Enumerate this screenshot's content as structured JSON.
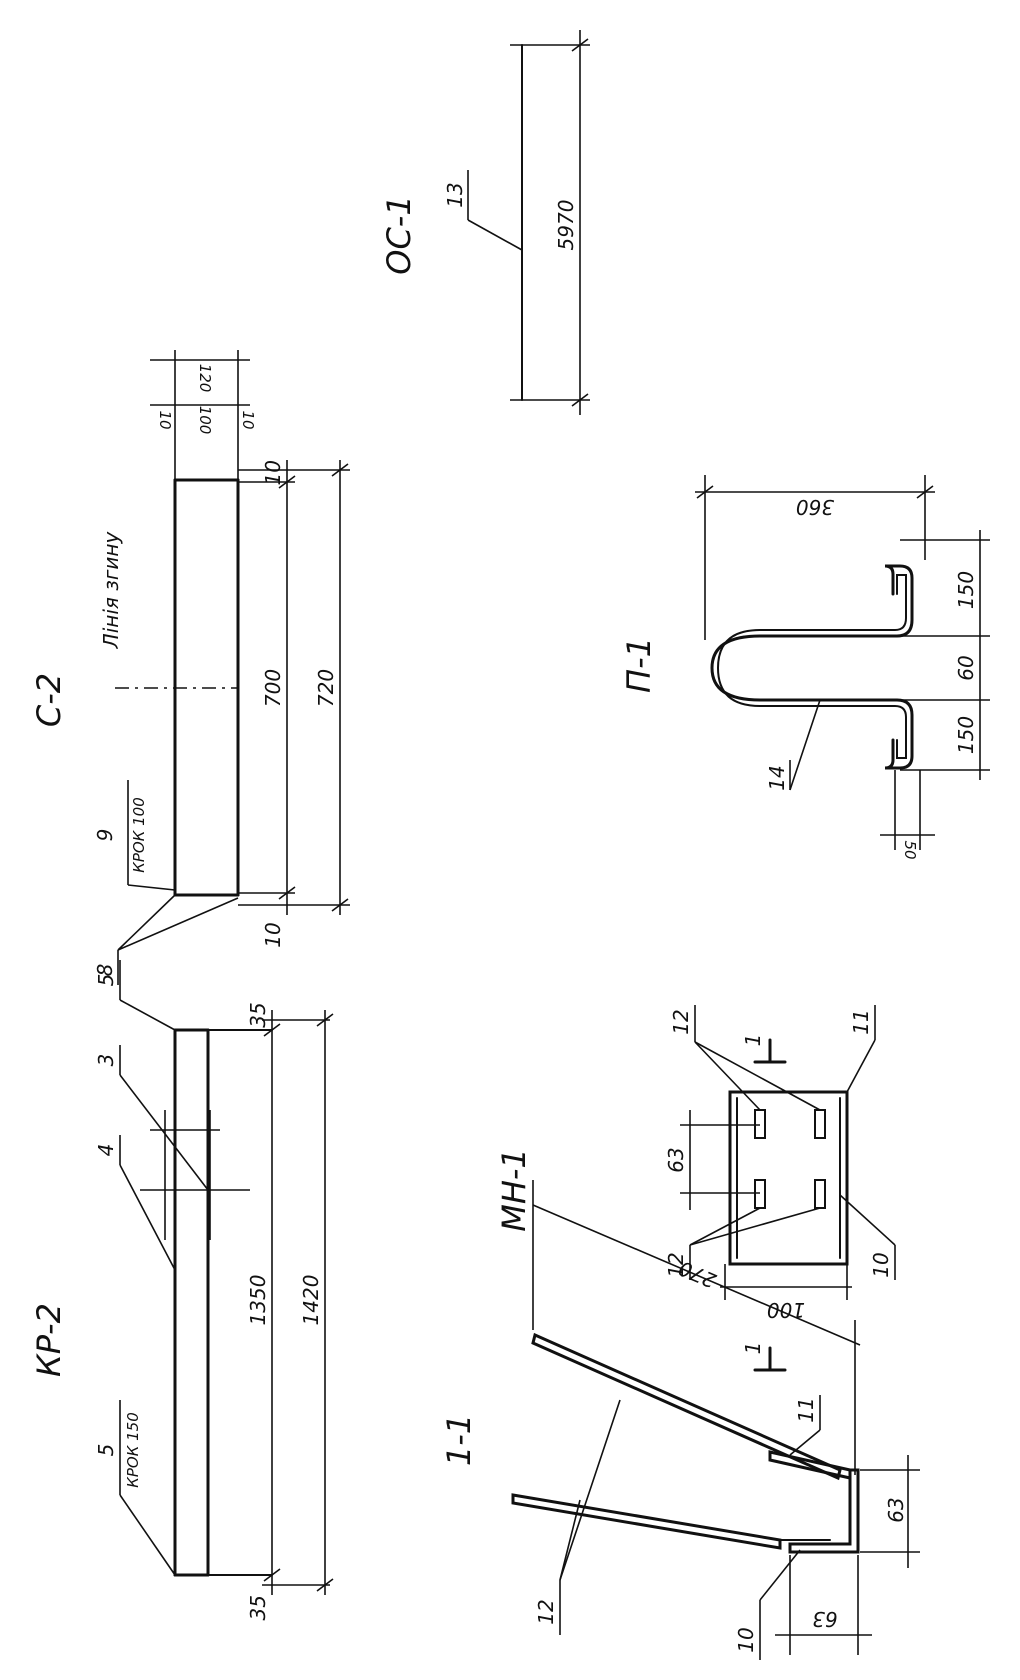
{
  "drawing": {
    "pieces": {
      "kr2": {
        "title": "КР-2",
        "labels": {
          "pos5_top": "5",
          "step": "КРОК 150",
          "pos4": "4",
          "pos3": "3",
          "pos5": "5"
        },
        "dims": {
          "d35_left": "35",
          "d1350": "1350",
          "d1420": "1420",
          "d35_right": "35"
        }
      },
      "c2": {
        "title": "С-2",
        "labels": {
          "pos9": "9",
          "step": "КРОК 100",
          "pos8": "8",
          "bend": "Лінія згину"
        },
        "dims": {
          "d10_left": "10",
          "d700": "700",
          "d720": "720",
          "d10_right": "10",
          "d10_a": "10",
          "d100": "100",
          "d10_b": "10",
          "d120": "120"
        }
      },
      "oc1": {
        "title": "ОС-1",
        "labels": {
          "pos13": "13"
        },
        "dims": {
          "d5970": "5970"
        }
      },
      "mn1": {
        "title": "МН-1",
        "labels": {
          "pos12_a": "12",
          "pos12_b": "12",
          "pos11": "11",
          "pos10": "10",
          "cut_a": "1",
          "cut_b": "1"
        },
        "dims": {
          "d63": "63",
          "d100": "100"
        }
      },
      "section11": {
        "title": "1-1",
        "labels": {
          "pos12": "12",
          "pos10": "10",
          "pos11": "11"
        },
        "dims": {
          "d270": "270",
          "d63_a": "63",
          "d63_b": "63"
        }
      },
      "p1": {
        "title": "П-1",
        "labels": {
          "pos14": "14"
        },
        "dims": {
          "d360": "360",
          "d150_a": "150",
          "d60": "60",
          "d150_b": "150",
          "d50": "50"
        }
      }
    }
  }
}
